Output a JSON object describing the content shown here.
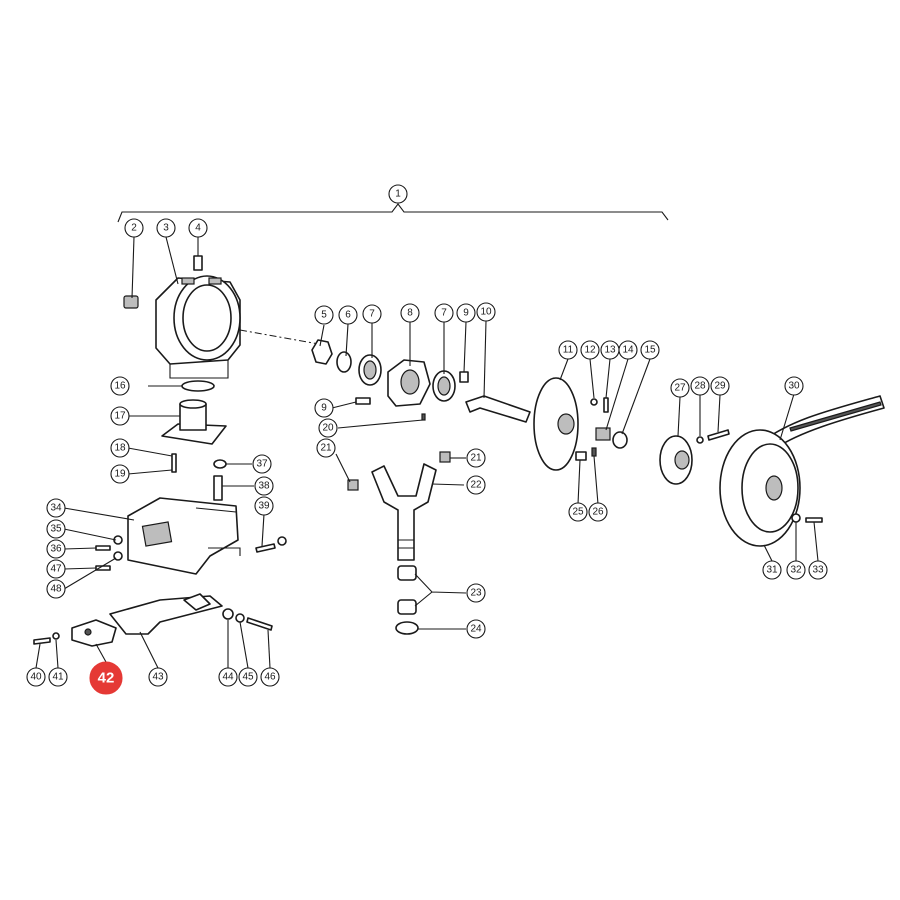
{
  "diagram": {
    "highlight": "42",
    "highlight_color": "#e53935",
    "callouts": [
      "1",
      "2",
      "3",
      "4",
      "5",
      "6",
      "7",
      "8",
      "7",
      "9",
      "10",
      "11",
      "12",
      "13",
      "14",
      "15",
      "16",
      "17",
      "18",
      "19",
      "20",
      "21",
      "21",
      "22",
      "23",
      "24",
      "25",
      "26",
      "27",
      "28",
      "29",
      "30",
      "31",
      "32",
      "33",
      "34",
      "35",
      "36",
      "37",
      "38",
      "39",
      "47",
      "48",
      "40",
      "41",
      "42",
      "43",
      "44",
      "45",
      "46",
      "9"
    ]
  }
}
